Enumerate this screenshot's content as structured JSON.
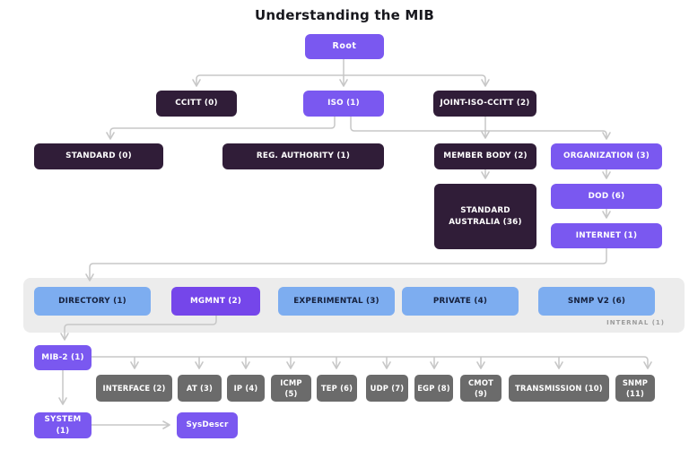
{
  "title": "Understanding the MIB",
  "colors": {
    "purple": "#7a58f0",
    "mgmnt_purple": "#7546ea",
    "dark_plum": "#301d38",
    "light_blue": "#7dadf0",
    "blue_text": "#15203c",
    "gray_node": "#6b6b6b",
    "band_bg": "#ececec",
    "connector": "#c7c7c7"
  },
  "nodes": {
    "root": {
      "label": "Root"
    },
    "ccitt": {
      "label": "CCITT (0)"
    },
    "iso": {
      "label": "ISO (1)"
    },
    "joint_iso_ccitt": {
      "label": "JOINT-ISO-CCITT (2)"
    },
    "standard": {
      "label": "STANDARD (0)"
    },
    "reg_authority": {
      "label": "REG. AUTHORITY (1)"
    },
    "member_body": {
      "label": "MEMBER BODY (2)"
    },
    "organization": {
      "label": "ORGANIZATION (3)"
    },
    "standard_australia": {
      "label": "STANDARD AUSTRALIA (36)"
    },
    "dod": {
      "label": "DOD (6)"
    },
    "internet": {
      "label": "INTERNET (1)"
    },
    "directory": {
      "label": "DIRECTORY (1)"
    },
    "mgmnt": {
      "label": "MGMNT (2)"
    },
    "experimental": {
      "label": "EXPERIMENTAL (3)"
    },
    "private": {
      "label": "PRIVATE (4)"
    },
    "snmp_v2": {
      "label": "SNMP V2 (6)"
    },
    "internal": {
      "label": "INTERNAL (1)"
    },
    "mib2": {
      "label": "MIB-2 (1)"
    },
    "interface": {
      "label": "INTERFACE (2)"
    },
    "at": {
      "label": "AT (3)"
    },
    "ip": {
      "label": "IP (4)"
    },
    "icmp": {
      "label": "ICMP (5)"
    },
    "tep": {
      "label": "TEP (6)"
    },
    "udp": {
      "label": "UDP (7)"
    },
    "egp": {
      "label": "EGP (8)"
    },
    "cmot": {
      "label": "CMOT (9)"
    },
    "transmission": {
      "label": "TRANSMISSION (10)"
    },
    "snmp": {
      "label": "SNMP (11)"
    },
    "system": {
      "label": "SYSTEM (1)"
    },
    "sysdescr": {
      "label": "SysDescr"
    }
  },
  "edges": [
    {
      "from": "root",
      "to": "ccitt"
    },
    {
      "from": "root",
      "to": "iso"
    },
    {
      "from": "root",
      "to": "joint_iso_ccitt"
    },
    {
      "from": "iso",
      "to": "standard"
    },
    {
      "from": "iso",
      "to": "organization"
    },
    {
      "from": "joint_iso_ccitt",
      "to": "member_body"
    },
    {
      "from": "member_body",
      "to": "standard_australia"
    },
    {
      "from": "organization",
      "to": "dod"
    },
    {
      "from": "dod",
      "to": "internet"
    },
    {
      "from": "internet",
      "to": "directory"
    },
    {
      "from": "mgmnt",
      "to": "mib2"
    },
    {
      "from": "mib2",
      "to": "interface"
    },
    {
      "from": "mib2",
      "to": "at"
    },
    {
      "from": "mib2",
      "to": "ip"
    },
    {
      "from": "mib2",
      "to": "icmp"
    },
    {
      "from": "mib2",
      "to": "tep"
    },
    {
      "from": "mib2",
      "to": "udp"
    },
    {
      "from": "mib2",
      "to": "egp"
    },
    {
      "from": "mib2",
      "to": "cmot"
    },
    {
      "from": "mib2",
      "to": "transmission"
    },
    {
      "from": "mib2",
      "to": "snmp"
    },
    {
      "from": "mib2",
      "to": "system"
    },
    {
      "from": "system",
      "to": "sysdescr"
    }
  ]
}
